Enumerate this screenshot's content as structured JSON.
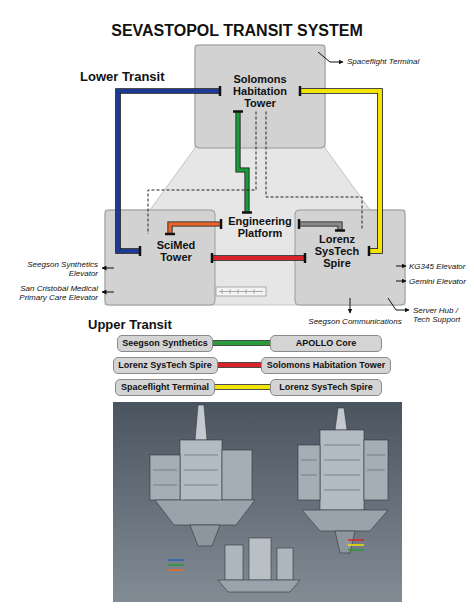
{
  "diagram": {
    "title": "SEVASTOPOL TRANSIT SYSTEM",
    "nodes": [
      {
        "text": [
          "Solomons Habitation Tower"
        ]
      },
      {
        "text": [
          "Engineering Platform"
        ]
      },
      {
        "text": [
          "SciMed Tower"
        ]
      },
      {
        "text": [
          "Lorenz SysTech Spire"
        ]
      },
      {
        "text": [
          "Seegson Synthetics"
        ]
      },
      {
        "text": [
          "APOLLO Core"
        ]
      },
      {
        "text": [
          "Lorenz SysTech Spire"
        ]
      },
      {
        "text": [
          "Solomons Habitation Tower"
        ]
      },
      {
        "text": [
          "Spaceflight Terminal"
        ]
      },
      {
        "text": [
          "Lorenz SysTech Spire"
        ]
      }
    ],
    "edges": [
      {
        "from": 0,
        "to": 2,
        "arrow": "none"
      },
      {
        "from": 0,
        "to": 3,
        "arrow": "none"
      },
      {
        "from": 0,
        "to": 1,
        "arrow": "none"
      },
      {
        "from": 0,
        "to": 2,
        "arrow": "none"
      },
      {
        "from": 0,
        "to": 3,
        "arrow": "none"
      },
      {
        "from": 2,
        "to": 1,
        "arrow": "none"
      },
      {
        "from": 3,
        "to": 1,
        "arrow": "none"
      },
      {
        "from": 2,
        "to": 3,
        "arrow": "none"
      },
      {
        "from": 4,
        "to": 5,
        "arrow": "none"
      },
      {
        "from": 6,
        "to": 7,
        "arrow": "none"
      },
      {
        "from": 8,
        "to": 9,
        "arrow": "none"
      }
    ],
    "labels": [
      "Spaceflight Terminal",
      "Lower Transit",
      "Seegson Synthetics Elevator",
      "San Cristobal Medical Primary Care Elevator",
      "KG345 Elevator",
      "Gemini Elevator",
      "Server Hub / Tech Support",
      "Seegson Communications",
      "Upper Transit"
    ]
  }
}
